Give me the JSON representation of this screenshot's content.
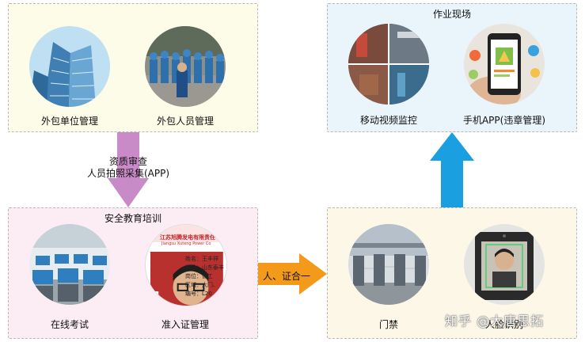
{
  "sections": {
    "contractor": {
      "title": "",
      "items": [
        {
          "caption": "外包单位管理",
          "icon": "office-building-icon"
        },
        {
          "caption": "外包人员管理",
          "icon": "workers-group-icon"
        }
      ]
    },
    "site": {
      "title": "作业现场",
      "items": [
        {
          "caption": "移动视频监控",
          "icon": "video-monitor-icon"
        },
        {
          "caption": "手机APP(违章管理)",
          "icon": "phone-app-icon"
        }
      ]
    },
    "training": {
      "title": "安全教育培训",
      "items": [
        {
          "caption": "在线考试",
          "icon": "exam-room-icon"
        },
        {
          "caption": "准入证管理",
          "icon": "id-card-icon"
        }
      ]
    },
    "access": {
      "title": "",
      "items": [
        {
          "caption": "门禁",
          "icon": "turnstile-gate-icon"
        },
        {
          "caption": "人脸识别",
          "icon": "face-scanner-icon"
        }
      ]
    }
  },
  "arrows": {
    "qualification": {
      "line1": "资质审查",
      "line2": "人员拍照采集(APP)",
      "color": "#c98bc8"
    },
    "verify": {
      "label": "人、证合一",
      "color": "#f39a1a"
    },
    "up": {
      "color": "#1aa0e0"
    }
  },
  "id_card": {
    "org_name": "江苏旭腾发电有限责任",
    "org_name_en": "Jiangsu Xuteng Power Co",
    "fields": [
      "姓名：王丰祥",
      "单位：山东泰丰",
      "岗位：普工",
      "区域：大门、",
      "编号：L20"
    ]
  },
  "watermark": "知乎 @大唐思拓"
}
